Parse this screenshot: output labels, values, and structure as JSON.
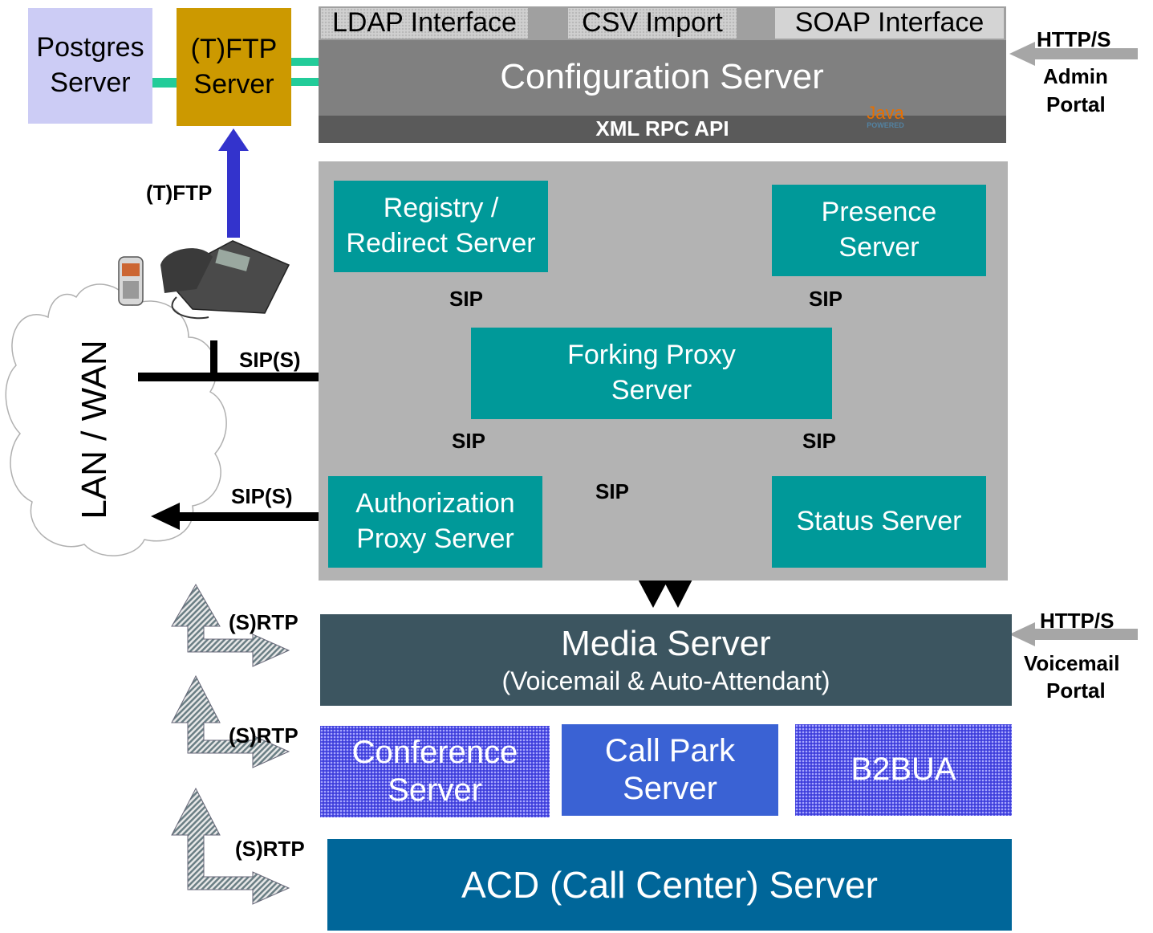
{
  "colors": {
    "postgres": "#ccccf5",
    "ftp": "#cc9900",
    "config": "#808080",
    "teal": "#009999",
    "media": "#3c5560",
    "callpark": "#3a62d4",
    "acd": "#006699",
    "blue_arrow": "#3333cc"
  },
  "postgres": {
    "line1": "Postgres",
    "line2": "Server"
  },
  "ftp": {
    "line1": "(T)FTP",
    "line2": "Server"
  },
  "config": {
    "title": "Configuration Server",
    "interfaces": [
      "LDAP Interface",
      "CSV Import",
      "SOAP Interface"
    ],
    "api": "XML RPC API",
    "java_logo_text": "Java",
    "java_logo_sub": "POWERED"
  },
  "admin": {
    "protocol": "HTTP/S",
    "line1": "Admin",
    "line2": "Portal"
  },
  "registry": {
    "line1": "Registry /",
    "line2": "Redirect Server"
  },
  "presence": {
    "line1": "Presence",
    "line2": "Server"
  },
  "forking": {
    "line1": "Forking Proxy",
    "line2": "Server"
  },
  "authorization": {
    "line1": "Authorization",
    "line2": "Proxy Server"
  },
  "status": {
    "label": "Status Server"
  },
  "network": {
    "label": "LAN / WAN"
  },
  "labels": {
    "tftp": "(T)FTP",
    "sip_registry": "SIP",
    "sip_presence": "SIP",
    "sips_in": "SIP(S)",
    "sip_auth": "SIP",
    "sip_status": "SIP",
    "sip_media": "SIP",
    "sips_out": "SIP(S)",
    "srtp_1": "(S)RTP",
    "srtp_2": "(S)RTP",
    "srtp_3": "(S)RTP"
  },
  "media": {
    "title": "Media Server",
    "subtitle": "(Voicemail & Auto-Attendant)"
  },
  "voicemail": {
    "protocol": "HTTP/S",
    "line1": "Voicemail",
    "line2": "Portal"
  },
  "conference": {
    "line1": "Conference",
    "line2": "Server"
  },
  "callpark": {
    "line1": "Call Park",
    "line2": "Server"
  },
  "b2bua": {
    "label": "B2BUA"
  },
  "acd": {
    "label": "ACD (Call Center) Server"
  }
}
